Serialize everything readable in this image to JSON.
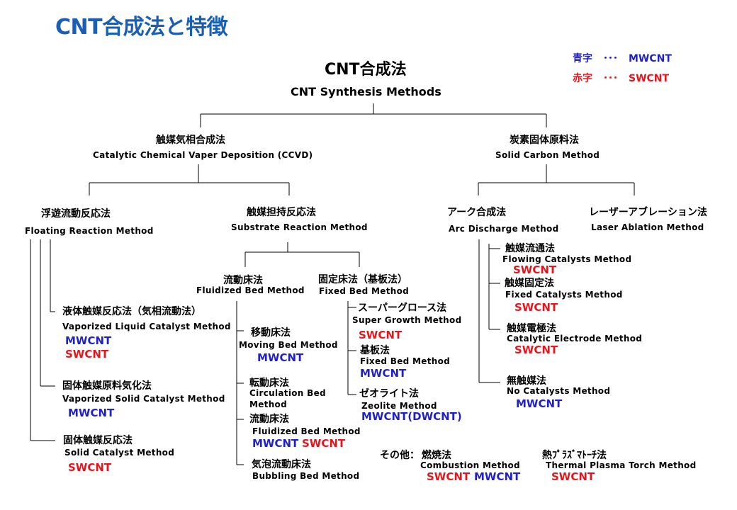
{
  "page_title": "CNT合成法と特徴",
  "legend": {
    "blue_label": "青字",
    "red_label": "赤字",
    "dots": "･･･",
    "blue_value": "MWCNT",
    "red_value": "SWCNT",
    "blue_color": "#1f1fcc",
    "red_color": "#e8141c"
  },
  "root": {
    "jp": "CNT合成法",
    "en": "CNT Synthesis Methods"
  },
  "ccvd": {
    "jp": "触媒気相合成法",
    "en": "Catalytic Chemical Vaper Deposition (CCVD)"
  },
  "solid_carbon": {
    "jp": "炭素固体原料法",
    "en": "Solid Carbon Method"
  },
  "floating": {
    "jp": "浮遊流動反応法",
    "en": "Floating Reaction Method"
  },
  "substrate": {
    "jp": "触媒担持反応法",
    "en": "Substrate Reaction Method"
  },
  "arc": {
    "jp": "アーク合成法",
    "en": "Arc Discharge Method"
  },
  "laser": {
    "jp": "レーザーアブレーション法",
    "en": "Laser Ablation Method"
  },
  "vapor_liquid": {
    "jp": "液体触媒反応法（気相流動法）",
    "en": "Vaporized  Liquid Catalyst Method",
    "blue": "MWCNT",
    "red": "SWCNT"
  },
  "vapor_solid": {
    "jp": "固体触媒原料気化法",
    "en": "Vaporized  Solid Catalyst Method",
    "blue": "MWCNT"
  },
  "solid_cat": {
    "jp": "固体触媒反応法",
    "en": "Solid Catalyst Method",
    "red": "SWCNT"
  },
  "fluidized": {
    "jp": "流動床法",
    "en": "Fluidized Bed  Method"
  },
  "fixed_bed": {
    "jp": "固定床法（基板法）",
    "en": "Fixed Bed Method"
  },
  "moving_bed": {
    "jp": "移動床法",
    "en": "Moving  Bed Method",
    "blue": "MWCNT"
  },
  "circulation_bed": {
    "jp": "転動床法",
    "en1": "Circulation   Bed",
    "en2": "Method"
  },
  "fluidized_bed2": {
    "jp": "流動床法",
    "en": "Fluidized  Bed Method",
    "blue": "MWCNT",
    "red": "SWCNT"
  },
  "bubbling_bed": {
    "jp": "気泡流動床法",
    "en": "Bubbling  Bed Method"
  },
  "super_growth": {
    "jp": "スーパーグロース法",
    "en": "Super Growth Method",
    "red": "SWCNT"
  },
  "substrate_method": {
    "jp": "基板法",
    "en": "Fixed Bed Method",
    "blue": "MWCNT"
  },
  "zeolite": {
    "jp": "ゼオライト法",
    "en": "Zeolite Method",
    "blue": "MWCNT(DWCNT)"
  },
  "flowing_cat": {
    "jp": "触媒流通法",
    "en": "Flowing Catalysts Method",
    "red": "SWCNT"
  },
  "fixed_cat": {
    "jp": "触媒固定法",
    "en": "Fixed Catalysts Method",
    "red": "SWCNT"
  },
  "cat_electrode": {
    "jp": "触媒電極法",
    "en": "Catalytic Electrode  Method",
    "red": "SWCNT"
  },
  "no_cat": {
    "jp": "無触媒法",
    "en": "No Catalysts Method",
    "blue": "MWCNT"
  },
  "others": {
    "label": "その他：",
    "combustion_jp": "燃焼法",
    "combustion_en": "Combustion   Method",
    "combustion_red": "SWCNT",
    "combustion_blue": "MWCNT",
    "plasma_jp": "熱ﾌﾟﾗｽﾞﾏﾄｰﾁ法",
    "plasma_en": "Thermal  Plasma  Torch  Method",
    "plasma_red": "SWCNT"
  }
}
